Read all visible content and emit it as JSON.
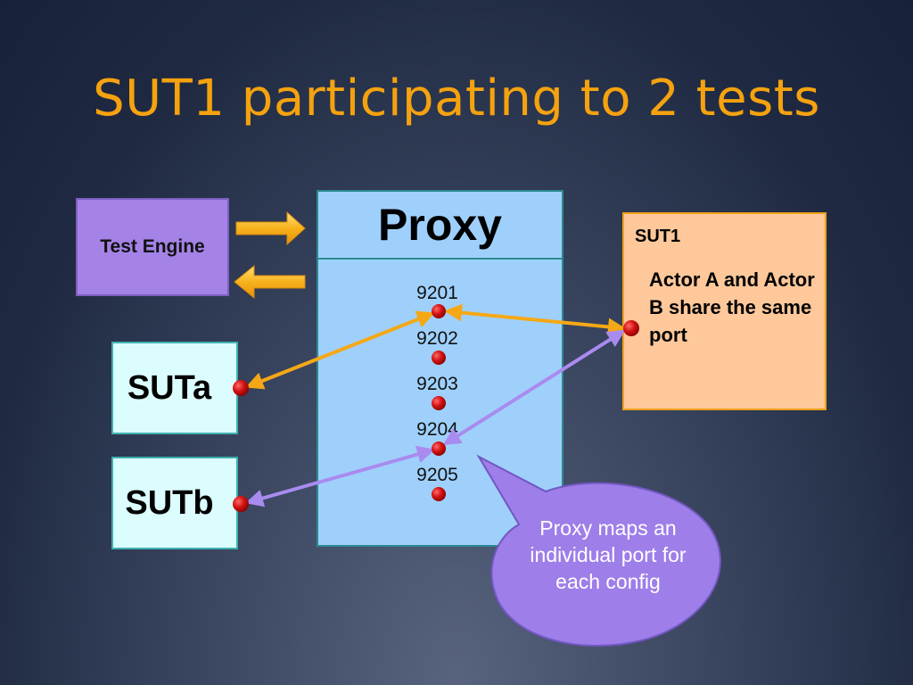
{
  "slide": {
    "title": "SUT1 participating to 2 tests"
  },
  "test_engine": {
    "label": "Test Engine"
  },
  "suta": {
    "label": "SUTa"
  },
  "sutb": {
    "label": "SUTb"
  },
  "proxy": {
    "label": "Proxy",
    "ports": [
      "9201",
      "9202",
      "9203",
      "9204",
      "9205"
    ]
  },
  "sut1": {
    "label": "SUT1",
    "note": "Actor A and Actor B share the same port"
  },
  "callout": {
    "text": "Proxy maps an individual port for each config"
  },
  "colors": {
    "title": "#f5a20f",
    "test_engine_fill": "#a482e6",
    "sut_fill": "#dcfdfd",
    "proxy_fill": "#9fd0fc",
    "sut1_fill": "#fec89b",
    "orange_connector": "#f5a816",
    "purple_connector": "#a98bef",
    "endpoint_dot": "#cc1010",
    "callout_fill": "#9e7ee8"
  }
}
